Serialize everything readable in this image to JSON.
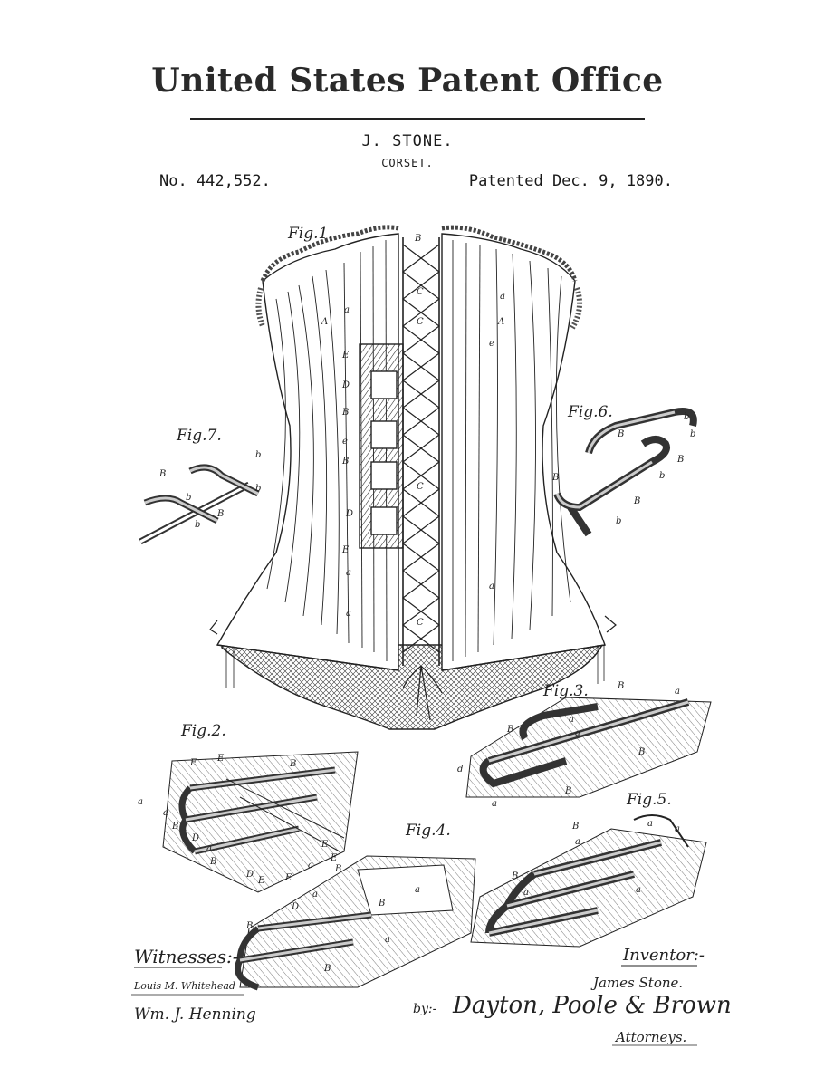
{
  "header": {
    "office": "United States Patent Office",
    "inventor": "J. STONE.",
    "subject": "CORSET.",
    "number": "No. 442,552.",
    "date": "Patented Dec. 9, 1890."
  },
  "figures": {
    "fig1": "Fig.1.",
    "fig2": "Fig.2.",
    "fig3": "Fig.3.",
    "fig4": "Fig.4.",
    "fig5": "Fig.5.",
    "fig6": "Fig.6.",
    "fig7": "Fig.7."
  },
  "signatures": {
    "witnesses_label": "Witnesses:-",
    "witness1": "Louis M. Whitehead",
    "witness2": "Wm. J. Henning",
    "inventor_label": "Inventor:-",
    "inventor_name": "James Stone.",
    "by_label": "by:-",
    "attorneys_name": "Dayton, Poole & Brown",
    "attorneys_label": "Attorneys."
  },
  "colors": {
    "ink": "#1a1a1a",
    "paper": "#ffffff"
  }
}
